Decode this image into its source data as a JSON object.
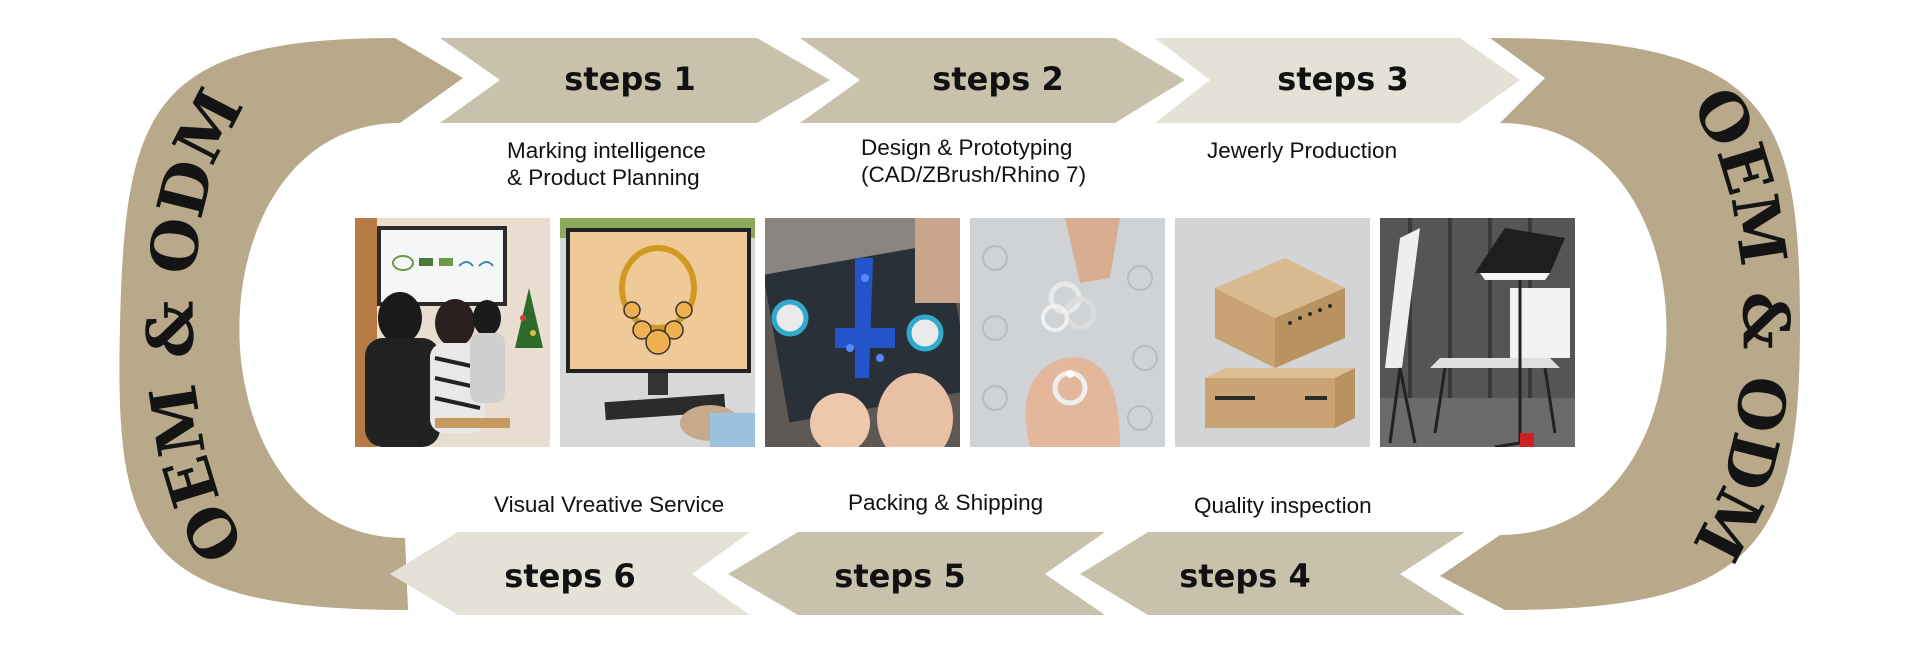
{
  "colors": {
    "arc": "#b7a98a",
    "steps_dark": "#c8c2ad",
    "steps_light": "#e4e1d6",
    "text": "#111111"
  },
  "badge": {
    "left": "OEM & ODM",
    "right": "OEM & ODM"
  },
  "steps": [
    {
      "label": "steps 1",
      "caption": [
        "Marking intelligence",
        "& Product Planning"
      ]
    },
    {
      "label": "steps 2",
      "caption": [
        "Design & Prototyping",
        "(CAD/ZBrush/Rhino 7)"
      ]
    },
    {
      "label": "steps 3",
      "caption": [
        "Jewerly Production"
      ]
    },
    {
      "label": "steps 4",
      "caption": [
        "Quality inspection"
      ]
    },
    {
      "label": "steps 5",
      "caption": [
        "Packing & Shipping"
      ]
    },
    {
      "label": "steps 6",
      "caption": [
        "Visual Vreative Service"
      ]
    }
  ],
  "photos": [
    {
      "name": "team-meeting-photo"
    },
    {
      "name": "cad-design-photo"
    },
    {
      "name": "stone-setting-photo"
    },
    {
      "name": "ring-inspection-photo"
    },
    {
      "name": "packaging-box-photo"
    },
    {
      "name": "photo-studio-photo"
    }
  ]
}
